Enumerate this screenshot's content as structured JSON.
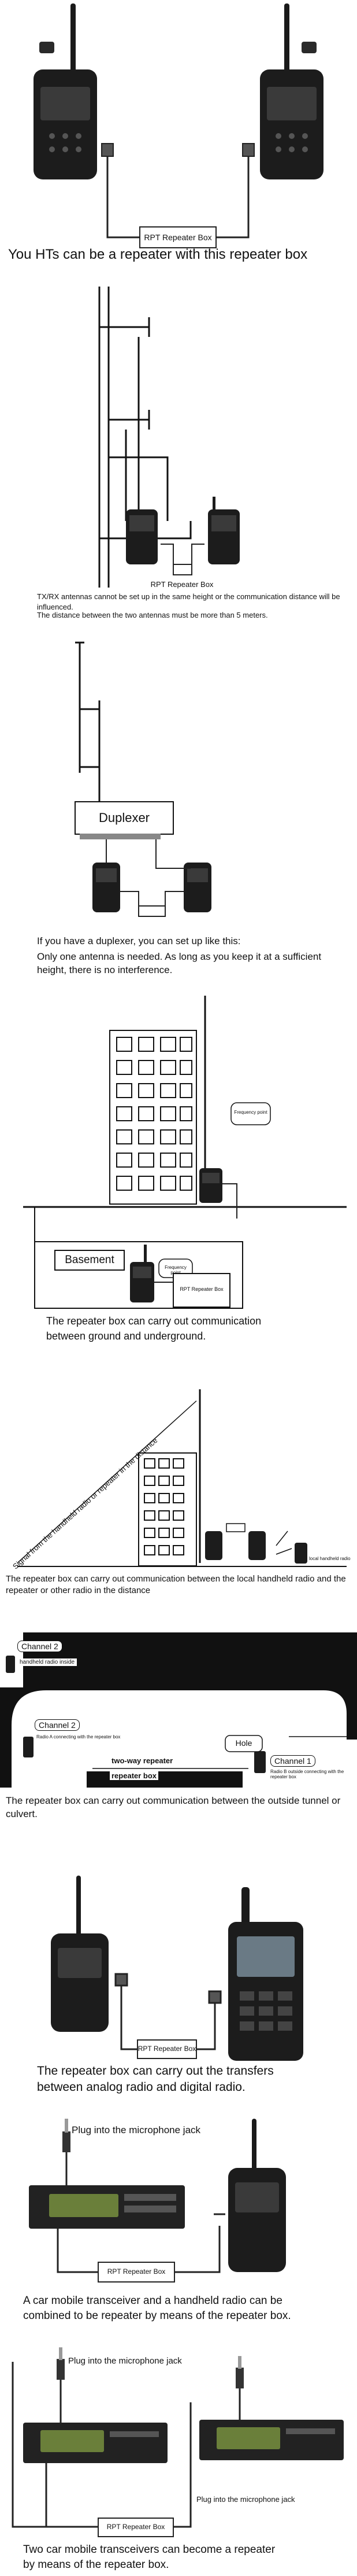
{
  "sections": [
    {
      "labels": {
        "repeater_box": "RPT Repeater Box"
      },
      "caption": "You HTs can be a repeater with this repeater box"
    },
    {
      "labels": {
        "repeater_box": "RPT Repeater Box"
      },
      "caption_lines": [
        "TX/RX antennas cannot be set up in the same height or the communication distance will be influenced.",
        "The distance between the two antennas must be more than 5 meters."
      ]
    },
    {
      "labels": {
        "duplexer": "Duplexer"
      },
      "caption_lines": [
        "If you have a duplexer, you can set up like this:",
        "Only one antenna is needed. As long as you keep it at a sufficient height, there is no interference."
      ]
    },
    {
      "labels": {
        "frequency_point_upper": "Frequency point",
        "frequency_point_lower": "Frequency point",
        "basement": "Basement",
        "repeater_box": "RPT Repeater Box"
      },
      "caption_lines": [
        "The repeater box can carry out communication",
        "between ground and underground."
      ]
    },
    {
      "labels": {
        "signal": "Signal from the handheld radio or repeater in the distance",
        "local_radio": "local handheld radio"
      },
      "caption": "The repeater box can carry out communication between the local handheld radio and the repeater or other radio in the distance"
    },
    {
      "labels": {
        "channel2_top": "Channel 2",
        "handheld_inside": "handheld radio inside",
        "channel2_mid": "Channel 2",
        "radio_a": "Radio A connecting with the repeater box",
        "hole": "Hole",
        "two_way_repeater": "two-way repeater",
        "repeater_box": "repeater box",
        "channel1": "Channel 1",
        "radio_b": "Radio B outside connecting with the repeater box"
      },
      "caption": "The repeater box can carry out communication between the outside tunnel or culvert."
    },
    {
      "labels": {
        "repeater_box": "RPT Repeater Box"
      },
      "caption_lines": [
        "The repeater box can carry out the transfers",
        "between analog radio and digital radio."
      ]
    },
    {
      "labels": {
        "mic_jack": "Plug into the microphone jack",
        "repeater_box": "RPT Repeater Box"
      },
      "caption_lines": [
        "A car mobile transceiver and a handheld radio can be",
        "combined to be repeater by means of the repeater box."
      ]
    },
    {
      "labels": {
        "mic_jack_left": "Plug into the microphone jack",
        "mic_jack_right": "Plug into the microphone jack",
        "repeater_box": "RPT Repeater Box"
      },
      "caption_lines": [
        "Two car mobile transceivers can become a repeater",
        "by means of the repeater box."
      ]
    }
  ]
}
